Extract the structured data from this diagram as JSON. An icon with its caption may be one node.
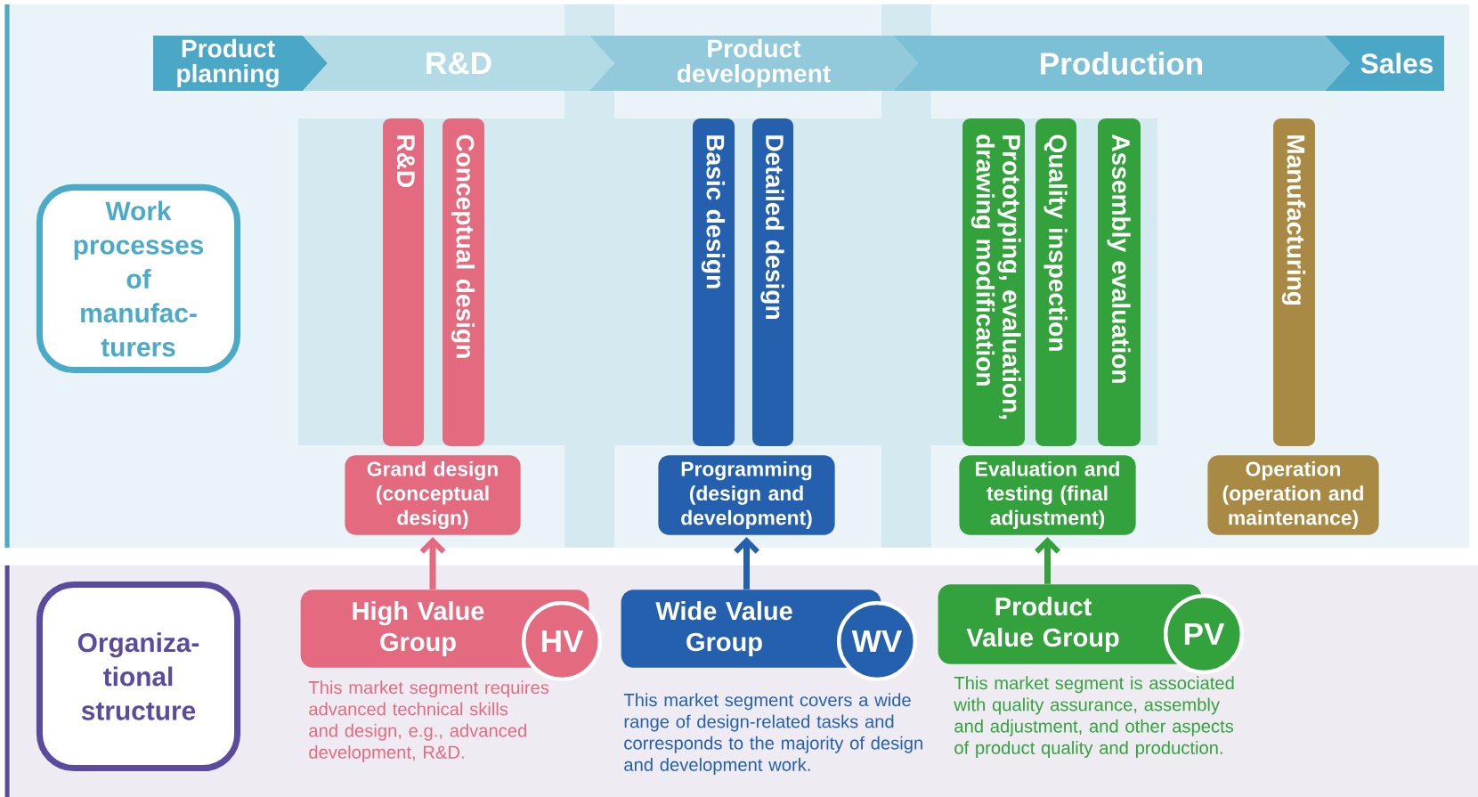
{
  "diagram": {
    "nodes": [
      {
        "text": [
          "Product planning"
        ]
      },
      {
        "text": [
          "R&D"
        ]
      },
      {
        "text": [
          "Product development"
        ]
      },
      {
        "text": [
          "Production"
        ]
      },
      {
        "text": [
          "Sales"
        ]
      },
      {
        "text": [
          "Work processes of manufac-turers"
        ]
      },
      {
        "text": [
          "R&D"
        ]
      },
      {
        "text": [
          "Conceptual design"
        ]
      },
      {
        "text": [
          "Basic design"
        ]
      },
      {
        "text": [
          "Detailed design"
        ]
      },
      {
        "text": [
          "Prototyping, evaluation, drawing modification"
        ]
      },
      {
        "text": [
          "Quality inspection"
        ]
      },
      {
        "text": [
          "Assembly evaluation"
        ]
      },
      {
        "text": [
          "Manufacturing"
        ]
      },
      {
        "text": [
          "Grand design (conceptual design)"
        ]
      },
      {
        "text": [
          "Programming (design and development)"
        ]
      },
      {
        "text": [
          "Evaluation and testing (final adjustment)"
        ]
      },
      {
        "text": [
          "Operation (operation and maintenance)"
        ]
      },
      {
        "text": [
          "Organiza-tional structure"
        ]
      },
      {
        "text": [
          "High Value Group"
        ]
      },
      {
        "text": [
          "HV"
        ]
      },
      {
        "text": [
          "Wide Value Group"
        ]
      },
      {
        "text": [
          "WV"
        ]
      },
      {
        "text": [
          "Product Value Group"
        ]
      },
      {
        "text": [
          "PV"
        ]
      }
    ],
    "edges": [
      {
        "from": 19,
        "to": 14,
        "arrow": "to",
        "color": "#e46a7f"
      },
      {
        "from": 21,
        "to": 15,
        "arrow": "to",
        "color": "#2560ae"
      },
      {
        "from": 23,
        "to": 16,
        "arrow": "to",
        "color": "#34a23c"
      }
    ],
    "labels": [
      "This market segment requires advanced technical skills and design, e.g., advanced development, R&D.",
      "This market segment covers a wide range of design-related tasks and corresponds to the majority of design and development work.",
      "This market segment is associated with quality assurance, assembly and adjustment, and other aspects of product quality and production."
    ]
  }
}
